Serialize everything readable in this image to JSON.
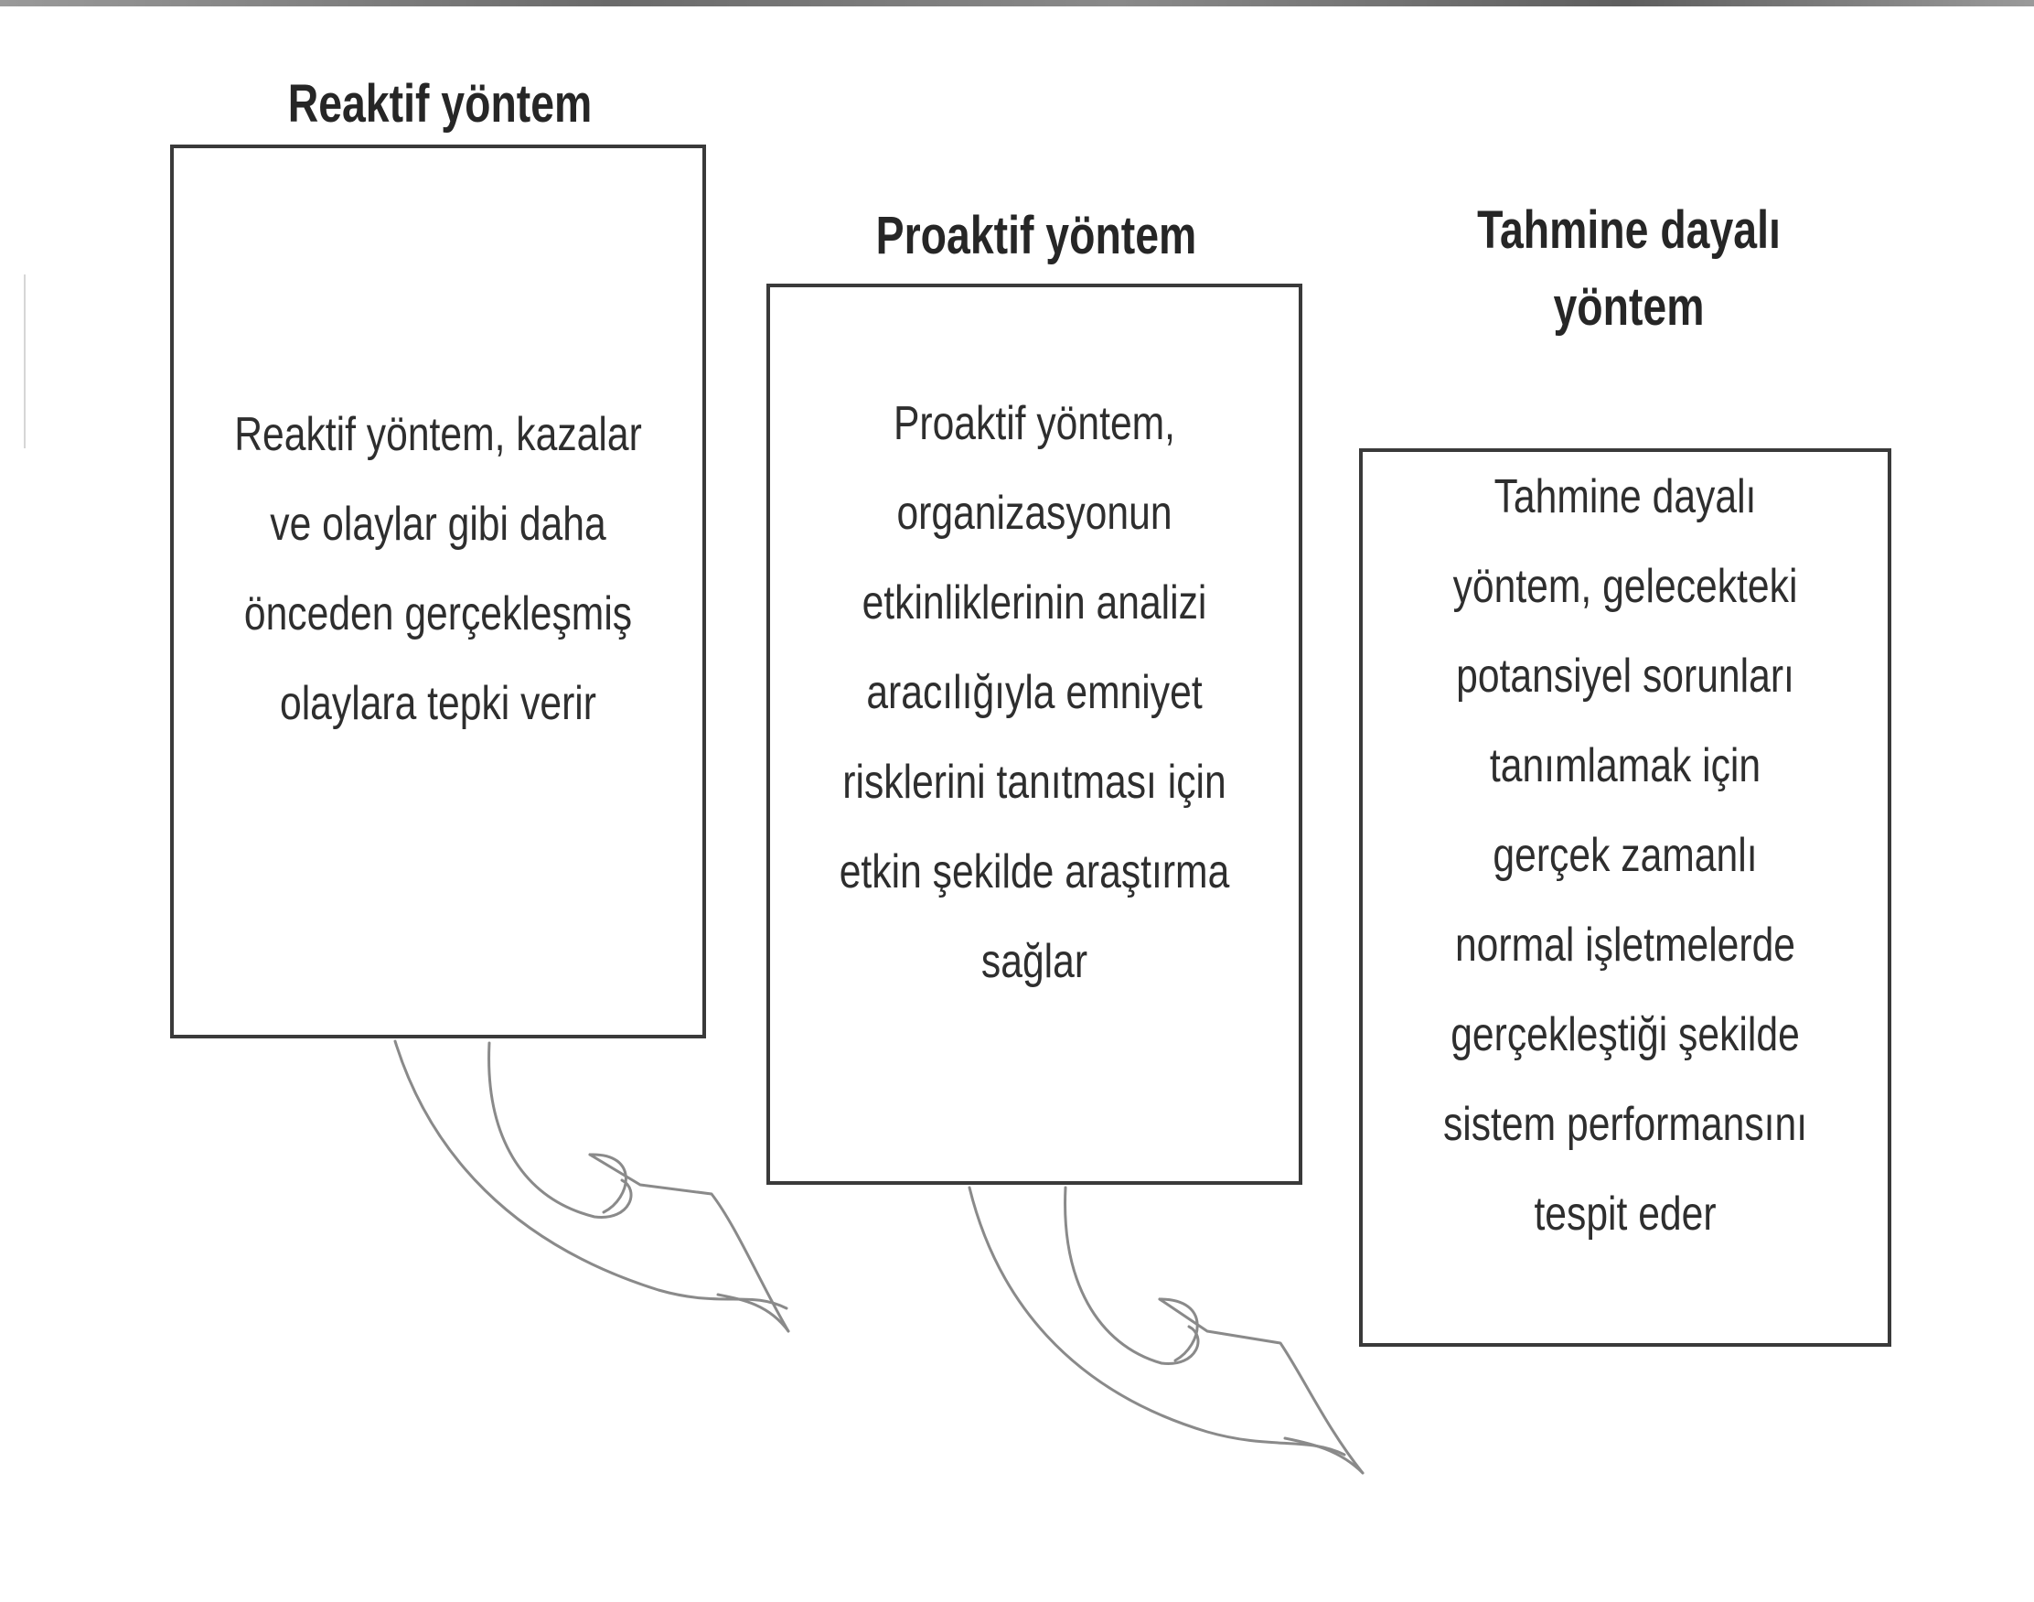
{
  "methods": [
    {
      "title": "Reaktif yöntem",
      "description": "Reaktif yöntem, kazalar\nve olaylar gibi daha\nönceden gerçekleşmiş\nolaylara tepki verir"
    },
    {
      "title": "Proaktif yöntem",
      "description": "Proaktif yöntem,\norganizasyonun\netkinliklerinin analizi\naracılığıyla emniyet\nrisklerini tanıtması için\netkin şekilde araştırma\nsağlar"
    },
    {
      "title": "Tahmine dayalı\nyöntem",
      "description": "Tahmine dayalı\nyöntem, gelecekteki\npotansiyel sorunları\ntanımlamak için\ngerçek zamanlı\nnormal işletmelerde\ngerçekleştiği şekilde\nsistem performansını\ntespit eder"
    }
  ],
  "colors": {
    "border": "#3a3a3a",
    "text": "#2e2e2e",
    "arrow": "#8a8a8a"
  }
}
